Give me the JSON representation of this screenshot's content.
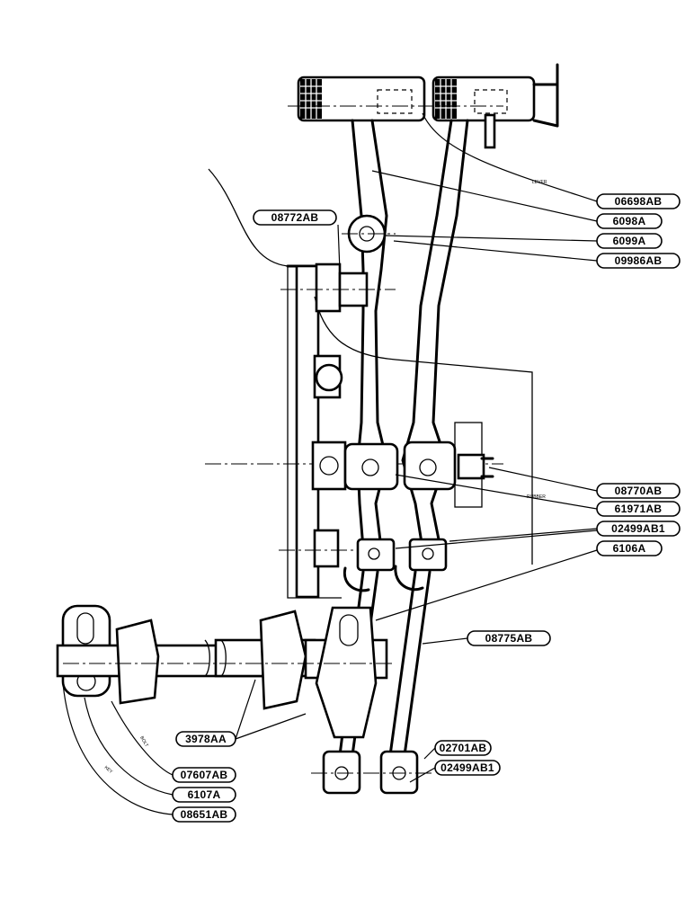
{
  "labels": {
    "l_06698ab": "06698AB",
    "l_6098a": "6098A",
    "l_6099a": "6099A",
    "l_09986ab": "09986AB",
    "l_08772ab": "08772AB",
    "l_08770ab": "08770AB",
    "l_61971ab": "61971AB",
    "l_02499ab1_top": "02499AB1",
    "l_6106a": "6106A",
    "l_08775ab": "08775AB",
    "l_3978aa": "3978AA",
    "l_02701ab": "02701AB",
    "l_02499ab1_bottom": "02499AB1",
    "l_07607ab": "07607AB",
    "l_6107a": "6107A",
    "l_08651ab": "08651AB"
  },
  "annotations": {
    "note_lever": "LEVER",
    "note_rod": "RUBBER",
    "note_bolt": "BOLT",
    "note_key": "KEY"
  },
  "colors": {
    "ink": "#000000",
    "paper": "#ffffff"
  }
}
